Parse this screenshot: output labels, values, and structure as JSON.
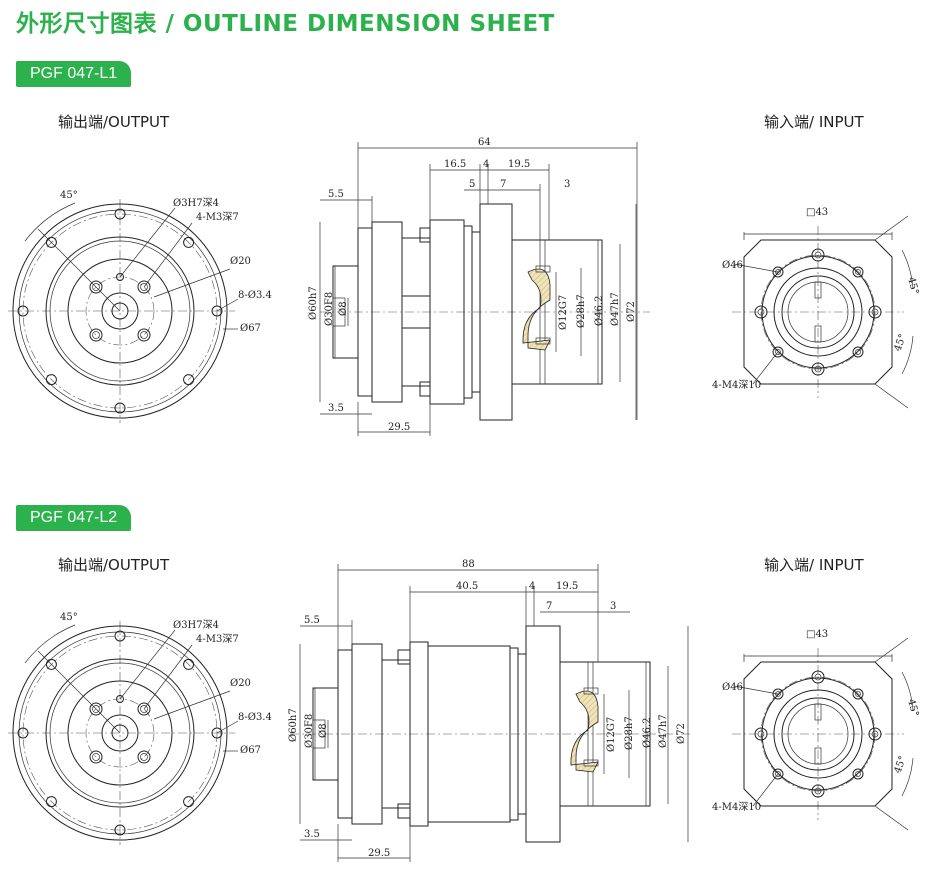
{
  "title": "外形尺寸图表 / OUTLINE DIMENSION SHEET",
  "colors": {
    "accent": "#2bb24c",
    "line": "#222222",
    "hatch": "#e8dcae"
  },
  "models": [
    {
      "name": "PGF 047-L1",
      "output_label": "输出端/OUTPUT",
      "input_label": "输入端/ INPUT",
      "output_view": {
        "angle": "45°",
        "hole_small": "Ø3H7深4",
        "tapped": "4-M3深7",
        "inner_dia": "Ø20",
        "bolt_holes": "8-Ø3.4",
        "outer_dia": "Ø67"
      },
      "side_view": {
        "total_length": "64",
        "dim_a": "16.5",
        "dim_b": "4",
        "dim_c": "19.5",
        "dim_d": "5",
        "dim_e": "7",
        "dim_f": "3",
        "flange_thk": "5.5",
        "shaft_step": "3.5",
        "shaft_len": "29.5",
        "d60": "Ø60h7",
        "d30": "Ø30F8",
        "d8": "Ø8",
        "d12": "Ø12G7",
        "d28": "Ø28h7",
        "d46_2": "Ø46.2",
        "d47": "Ø47h7",
        "d72": "Ø72"
      },
      "input_view": {
        "square": "□43",
        "pcd": "Ø46",
        "angle_top": "45°",
        "angle_bottom": "45°",
        "holes": "4-M4深10"
      }
    },
    {
      "name": "PGF 047-L2",
      "output_label": "输出端/OUTPUT",
      "input_label": "输入端/ INPUT",
      "output_view": {
        "angle": "45°",
        "hole_small": "Ø3H7深4",
        "tapped": "4-M3深7",
        "inner_dia": "Ø20",
        "bolt_holes": "8-Ø3.4",
        "outer_dia": "Ø67"
      },
      "side_view": {
        "total_length": "88",
        "dim_a": "40.5",
        "dim_b": "4",
        "dim_c": "19.5",
        "dim_e": "7",
        "dim_f": "3",
        "flange_thk": "5.5",
        "shaft_step": "3.5",
        "shaft_len": "29.5",
        "d60": "Ø60h7",
        "d30": "Ø30F8",
        "d8": "Ø8",
        "d12": "Ø12G7",
        "d28": "Ø28h7",
        "d46_2": "Ø46.2",
        "d47": "Ø47h7",
        "d72": "Ø72"
      },
      "input_view": {
        "square": "□43",
        "pcd": "Ø46",
        "angle_top": "45°",
        "angle_bottom": "45°",
        "holes": "4-M4深10"
      }
    }
  ]
}
